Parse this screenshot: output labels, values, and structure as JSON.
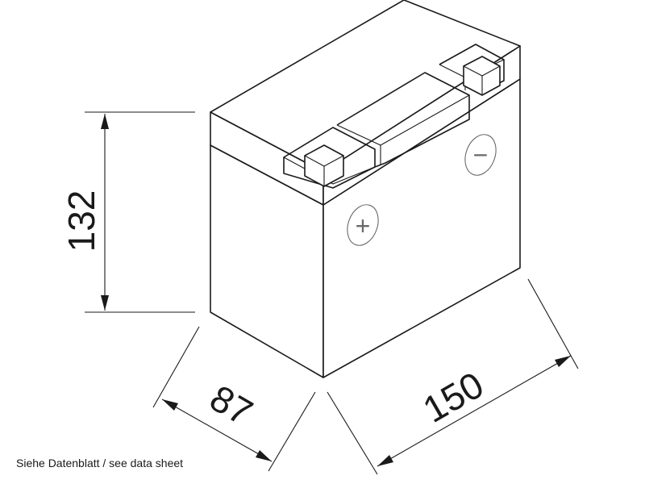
{
  "dimensions": {
    "height": "132",
    "depth": "87",
    "width": "150"
  },
  "terminals": {
    "positive": "+",
    "negative": "−"
  },
  "caption": "Siehe Datenblatt / see data sheet"
}
